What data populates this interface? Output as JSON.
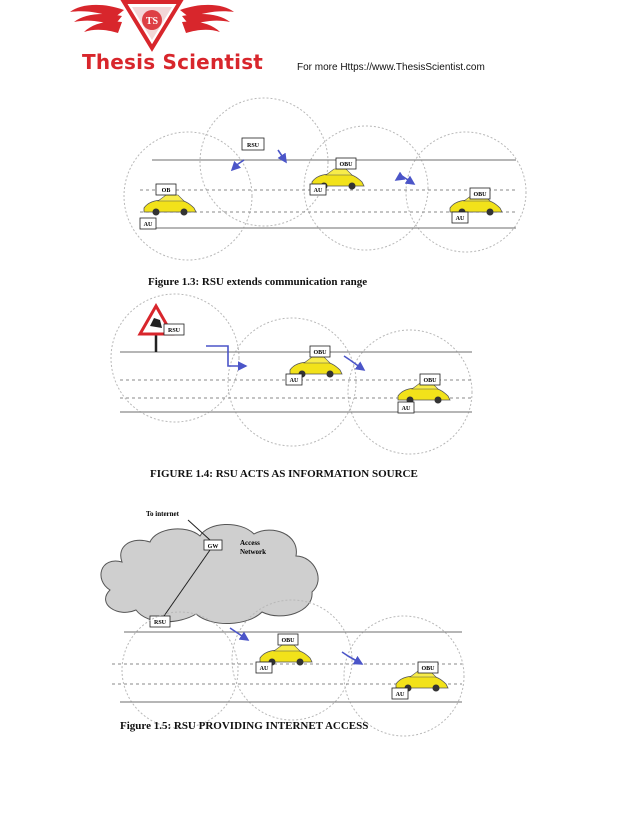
{
  "header": {
    "brand": "Thesis Scientist",
    "url_text": "For more Https://www.ThesisScientist.com",
    "logo_letters": "TS"
  },
  "labels": {
    "rsu": "RSU",
    "obu": "OBU",
    "ob": "OB",
    "au": "AU",
    "gw": "GW",
    "to_internet": "To internet",
    "access_network_1": "Access",
    "access_network_2": "Network"
  },
  "captions": {
    "fig13": "Figure 1.3: RSU extends communication range",
    "fig14": "FIGURE 1.4: RSU ACTS AS INFORMATION SOURCE",
    "fig15": "Figure 1.5: RSU PROVIDING INTERNET ACCESS"
  },
  "colors": {
    "brand_red": "#d8262c",
    "car_yellow": "#f2e21a",
    "arrow_blue": "#4b55c8",
    "road_gray": "#8a8a8a",
    "circle_gray": "#b8b8b8"
  }
}
